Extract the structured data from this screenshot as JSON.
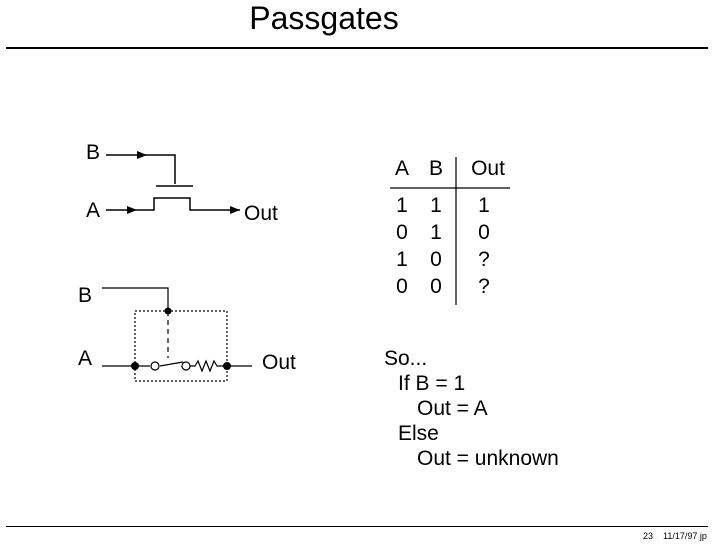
{
  "slide": {
    "title": "Passgates",
    "footer_page": "23",
    "footer_stamp": "11/17/97 jp"
  },
  "top_circuit": {
    "input_b": "B",
    "input_a": "A",
    "output": "Out"
  },
  "bottom_circuit": {
    "input_b": "B",
    "input_a": "A",
    "output": "Out"
  },
  "truth_table": {
    "headers": [
      "A",
      "B",
      "Out"
    ],
    "rows": [
      [
        "1",
        "1",
        "1"
      ],
      [
        "0",
        "1",
        "0"
      ],
      [
        "1",
        "0",
        "?"
      ],
      [
        "0",
        "0",
        "?"
      ]
    ]
  },
  "notes": {
    "line1": "So...",
    "line2": "If B = 1",
    "line3": "Out = A",
    "line4": "Else",
    "line5": "Out = unknown"
  }
}
